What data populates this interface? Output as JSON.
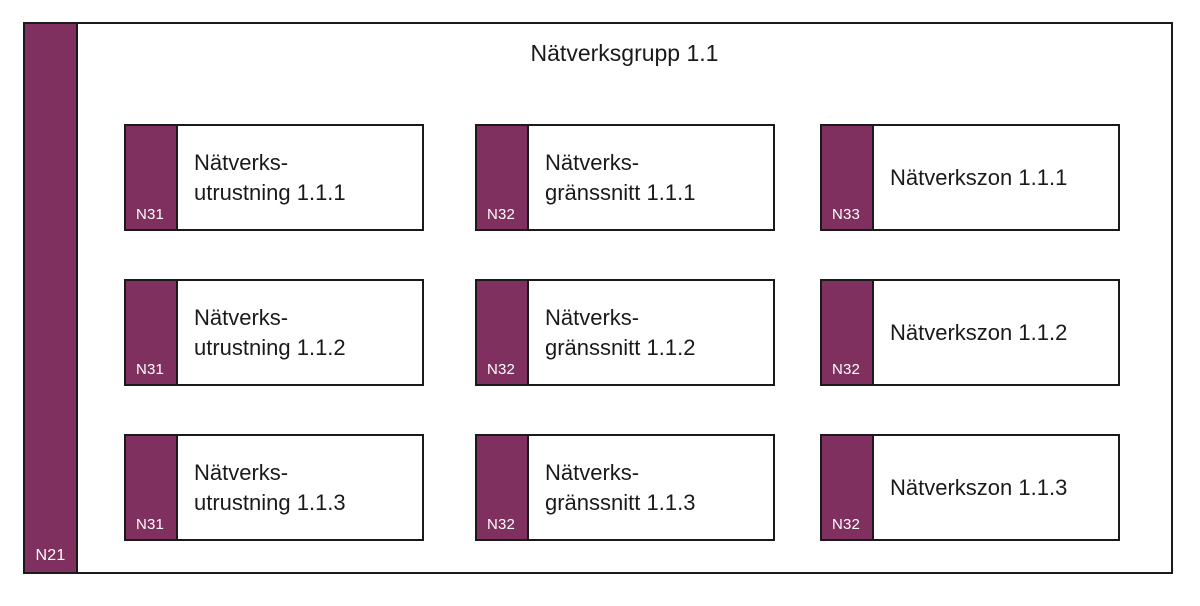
{
  "diagram": {
    "type": "nested-block-diagram",
    "title": "Nätverksgrupp 1.1",
    "colors": {
      "tag_fill": "#80305E",
      "tag_text": "#FFFFFF",
      "border": "#1A1A1A",
      "box_fill": "#FFFFFF",
      "page_background": "#FFFFFF",
      "body_text": "#1A1A1A"
    }
  },
  "side_band": {
    "code": "N21"
  },
  "nodes": [
    {
      "code": "N31",
      "line1": "Nätverks-",
      "line2": "utrustning 1.1.1",
      "full_label": "Nätverksutrustning 1.1.1",
      "column": 1,
      "row": 1
    },
    {
      "code": "N32",
      "line1": "Nätverks-",
      "line2": "gränssnitt 1.1.1",
      "full_label": "Nätverksgränssnitt 1.1.1",
      "column": 2,
      "row": 1
    },
    {
      "code": "N33",
      "line1": "Nätverkszon 1.1.1",
      "line2": "",
      "full_label": "Nätverkszon 1.1.1",
      "column": 3,
      "row": 1
    },
    {
      "code": "N31",
      "line1": "Nätverks-",
      "line2": "utrustning 1.1.2",
      "full_label": "Nätverksutrustning 1.1.2",
      "column": 1,
      "row": 2
    },
    {
      "code": "N32",
      "line1": "Nätverks-",
      "line2": "gränssnitt 1.1.2",
      "full_label": "Nätverksgränssnitt 1.1.2",
      "column": 2,
      "row": 2
    },
    {
      "code": "N32",
      "line1": "Nätverkszon 1.1.2",
      "line2": "",
      "full_label": "Nätverkszon 1.1.2",
      "column": 3,
      "row": 2
    },
    {
      "code": "N31",
      "line1": "Nätverks-",
      "line2": "utrustning 1.1.3",
      "full_label": "Nätverksutrustning 1.1.3",
      "column": 1,
      "row": 3
    },
    {
      "code": "N32",
      "line1": "Nätverks-",
      "line2": "gränssnitt 1.1.3",
      "full_label": "Nätverksgränssnitt 1.1.3",
      "column": 2,
      "row": 3
    },
    {
      "code": "N32",
      "line1": "Nätverkszon 1.1.3",
      "line2": "",
      "full_label": "Nätverkszon 1.1.3",
      "column": 3,
      "row": 3
    }
  ],
  "layout": {
    "column_left": [
      124,
      475,
      820
    ],
    "row_top": [
      124,
      279,
      434
    ]
  }
}
